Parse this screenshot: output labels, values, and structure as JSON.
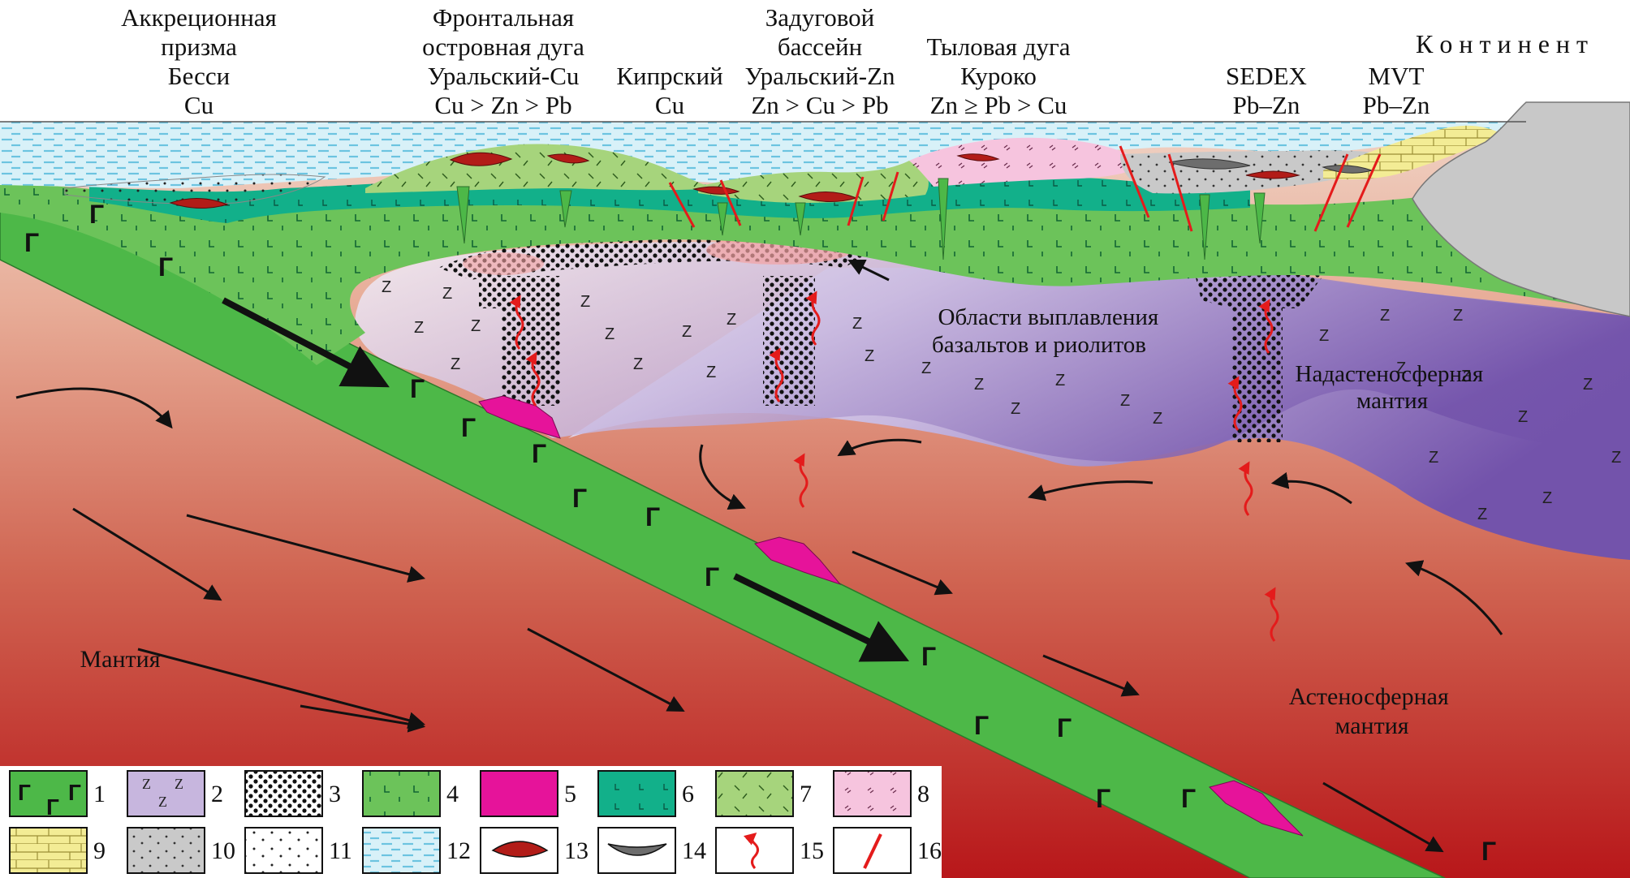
{
  "headers": [
    {
      "title": "Аккреционная\nпризма",
      "deposit": "Бесси",
      "metals": "Cu"
    },
    {
      "title": "Фронтальная\nостровная дуга",
      "deposit": "Уральский-Cu",
      "metals": "Cu > Zn > Pb"
    },
    {
      "title": "",
      "deposit": "Кипрский",
      "metals": "Cu"
    },
    {
      "title": "Задуговой\nбассейн",
      "deposit": "Уральский-Zn",
      "metals": "Zn > Cu > Pb"
    },
    {
      "title": "Тыловая дуга",
      "deposit": "Куроко",
      "metals": "Zn ≥ Pb > Cu"
    },
    {
      "title": "",
      "deposit": "SEDEX",
      "metals": "Pb–Zn"
    },
    {
      "title": "",
      "deposit": "MVT",
      "metals": "Pb–Zn"
    }
  ],
  "continent_label": "К о н т и н е н т",
  "labels": {
    "melting_zone": "Области выплавления\nбазальтов и риолитов",
    "supra_asthenospheric": "Надастеносферная\nмантия",
    "mantle": "Мантия",
    "asthenospheric": "Астеносферная\nмантия"
  },
  "symbols": {
    "basalt": "Г",
    "z": "Z"
  },
  "legend": [
    {
      "num": "1",
      "pattern": "oceanic-crust"
    },
    {
      "num": "2",
      "pattern": "supra-asthenospheric-mantle"
    },
    {
      "num": "3",
      "pattern": "melting-zone"
    },
    {
      "num": "4",
      "pattern": "volcanic-green"
    },
    {
      "num": "5",
      "pattern": "magenta-melt"
    },
    {
      "num": "6",
      "pattern": "teal-basalt"
    },
    {
      "num": "7",
      "pattern": "light-green-volcanics"
    },
    {
      "num": "8",
      "pattern": "pink-rhyolite"
    },
    {
      "num": "9",
      "pattern": "limestone"
    },
    {
      "num": "10",
      "pattern": "gray-sediment"
    },
    {
      "num": "11",
      "pattern": "white-sediment"
    },
    {
      "num": "12",
      "pattern": "sea-water"
    },
    {
      "num": "13",
      "pattern": "red-ore-lens"
    },
    {
      "num": "14",
      "pattern": "gray-ore-lens"
    },
    {
      "num": "15",
      "pattern": "fluid-flow-arrow"
    },
    {
      "num": "16",
      "pattern": "fault"
    }
  ],
  "colors": {
    "mantle_top": "#ecc7b6",
    "mantle_bottom": "#b51a1a",
    "slab": "#4db848",
    "volcanic": "#6cc35a",
    "teal": "#0fae86",
    "light_green": "#9ccf72",
    "pink": "#f4bcd8",
    "magenta": "#e6139a",
    "purple_light": "#efe8f4",
    "purple_dark": "#7b5bb0",
    "sea": "#9fdcec",
    "ore_red": "#b21c18",
    "ore_gray": "#6d6d6d",
    "fault": "#e41b1b",
    "limestone": "#f3ec95",
    "gray_sed": "#c8c8c8",
    "continent": "#c8c8c8"
  }
}
